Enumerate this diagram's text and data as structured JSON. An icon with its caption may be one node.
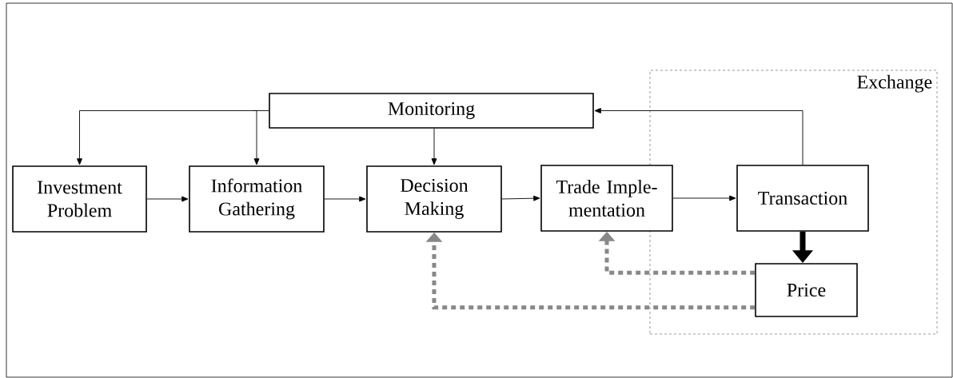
{
  "diagram": {
    "nodes": [
      {
        "text": [
          "Exchange"
        ]
      },
      {
        "text": [
          "Monitoring"
        ]
      },
      {
        "text": [
          "Investment Problem"
        ]
      },
      {
        "text": [
          "Information Gathering"
        ]
      },
      {
        "text": [
          "Decision Making"
        ]
      },
      {
        "text": [
          "Trade Imple- mentation"
        ]
      },
      {
        "text": [
          "Transaction"
        ],
        "in": 0
      },
      {
        "text": [
          "Price"
        ],
        "in": 0
      }
    ],
    "edges": [
      {
        "from": 1,
        "to": 2,
        "arrow": "to"
      },
      {
        "from": 1,
        "to": 3,
        "arrow": "to"
      },
      {
        "from": 1,
        "to": 4,
        "arrow": "to"
      },
      {
        "from": 2,
        "to": 3,
        "arrow": "to"
      },
      {
        "from": 3,
        "to": 4,
        "arrow": "to"
      },
      {
        "from": 4,
        "to": 5,
        "arrow": "to"
      },
      {
        "from": 5,
        "to": 6,
        "arrow": "to"
      },
      {
        "from": 6,
        "to": 1,
        "arrow": "to"
      },
      {
        "from": 6,
        "to": 7,
        "arrow": "to",
        "style": "thick"
      },
      {
        "from": 7,
        "to": 5,
        "arrow": "to",
        "style": "dashed",
        "color": "#888888"
      },
      {
        "from": 7,
        "to": 4,
        "arrow": "to",
        "style": "dashed",
        "color": "#888888"
      }
    ]
  }
}
